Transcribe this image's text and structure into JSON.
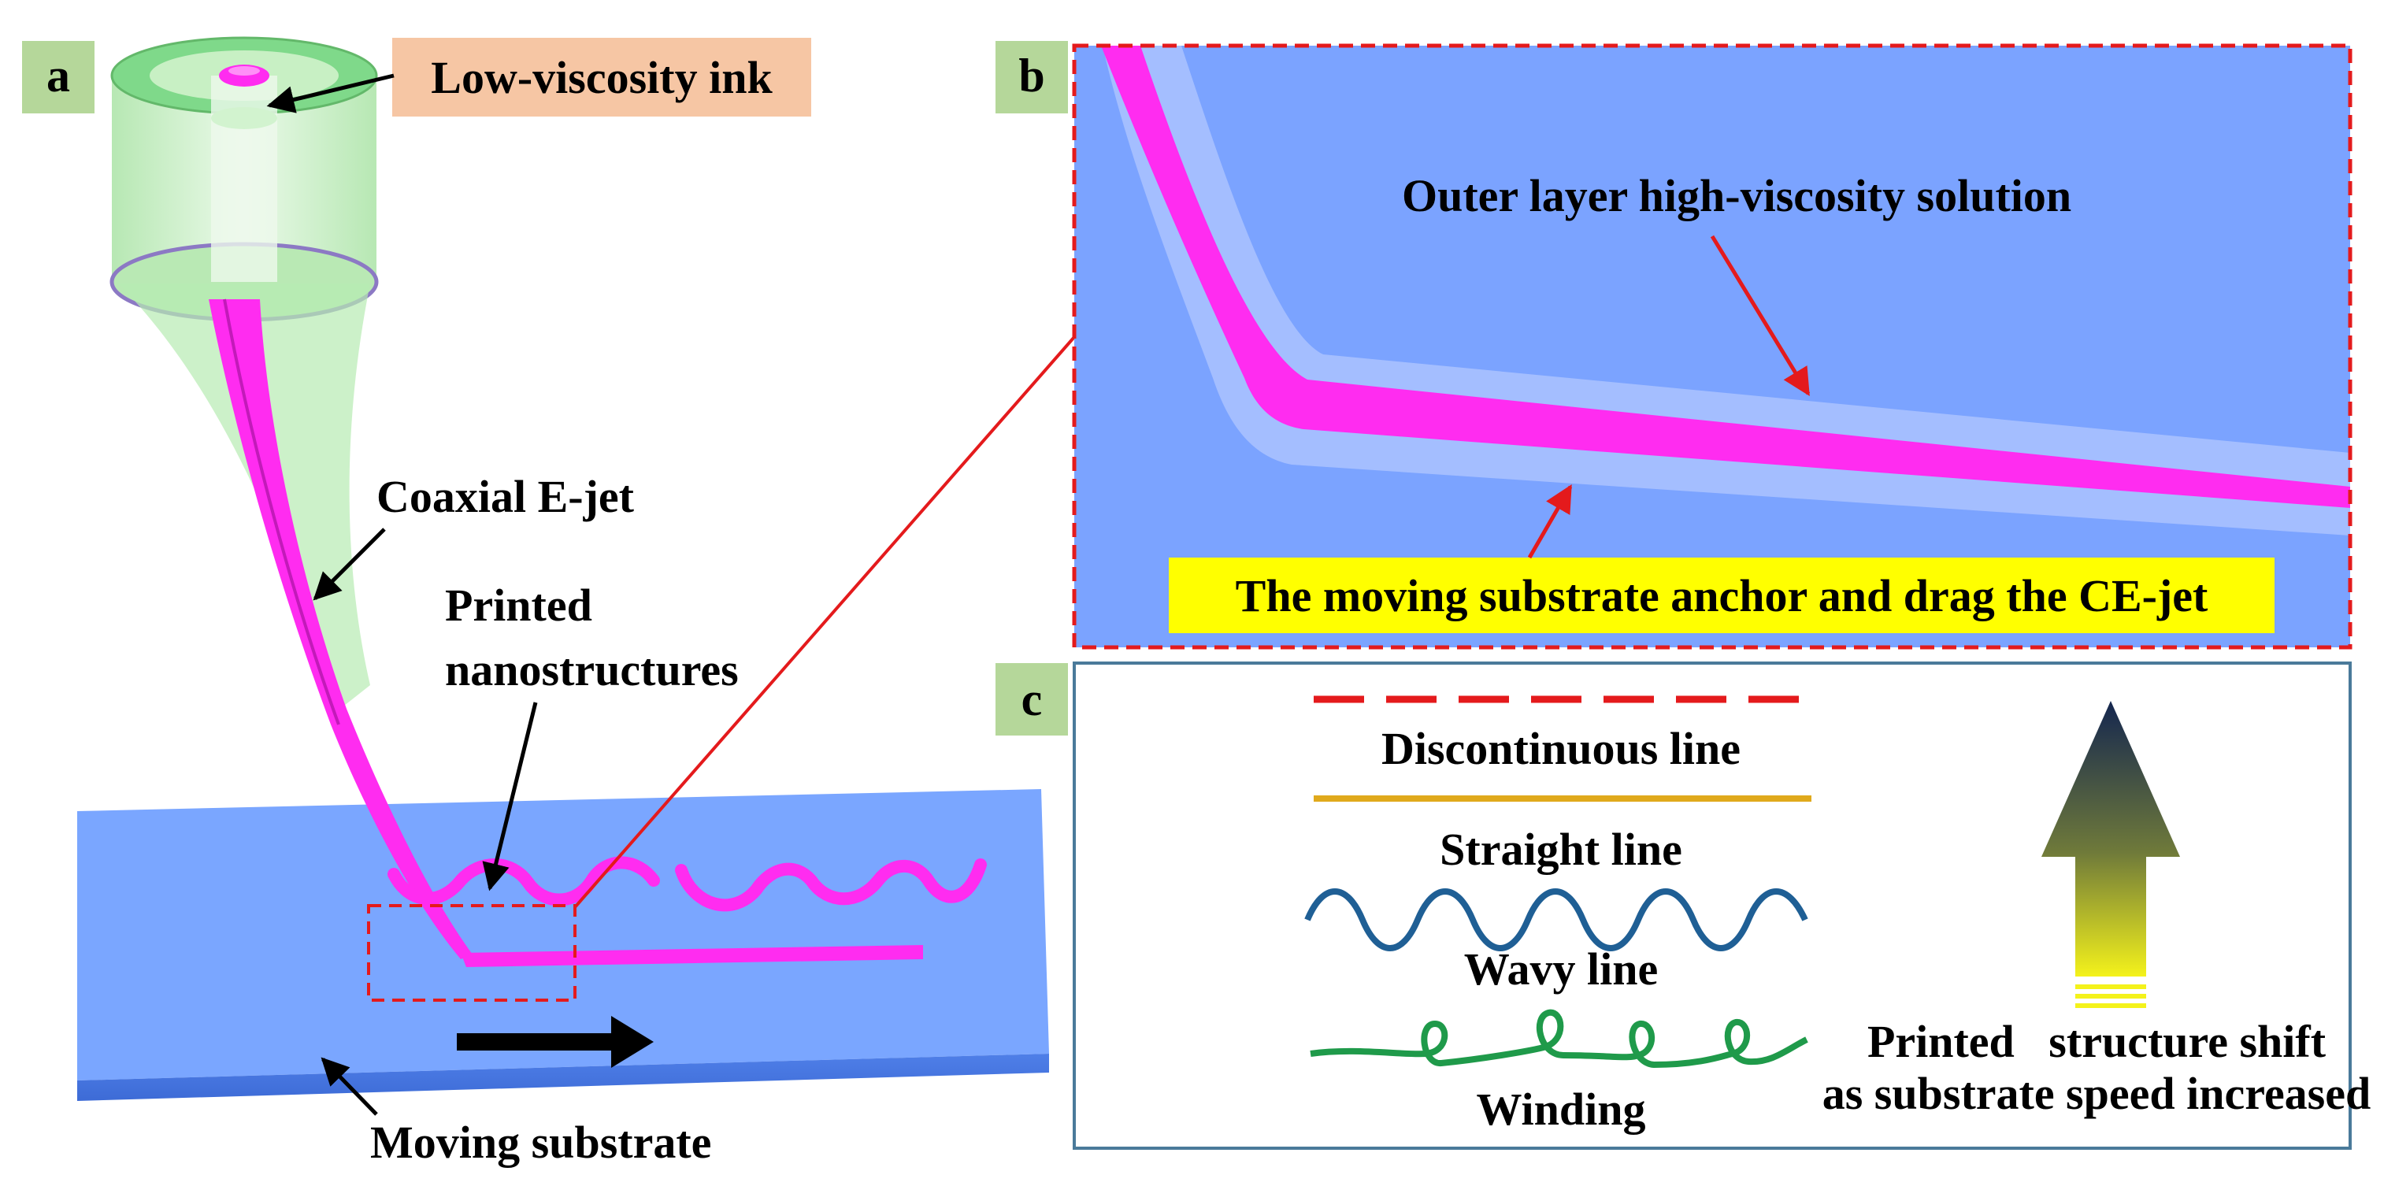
{
  "panels": {
    "a": {
      "tag": "a",
      "ink_label": "Low-viscosity ink",
      "jet_label": "Coaxial E-jet",
      "printed_label_line1": "Printed",
      "printed_label_line2": "nanostructures",
      "substrate_label": "Moving substrate"
    },
    "b": {
      "tag": "b",
      "outer_label": "Outer layer high-viscosity solution",
      "anchor_label": "The moving substrate anchor and drag the CE-jet"
    },
    "c": {
      "tag": "c",
      "items": [
        {
          "label": "Discontinuous line",
          "style": "dashed",
          "color": "#e41a1c"
        },
        {
          "label": "Straight line",
          "style": "straight",
          "color": "#e0a91c"
        },
        {
          "label": "Wavy line",
          "style": "wavy",
          "color": "#1f5f95"
        },
        {
          "label": "Winding",
          "style": "winding",
          "color": "#1f9a4a"
        }
      ],
      "shift_label_line1": "Printed   structure shift",
      "shift_label_line2": "as substrate speed increased"
    }
  },
  "colors": {
    "tag_bg": "#b5d79a",
    "ink_label_bg": "#f6c6a4",
    "anchor_label_bg": "#ffff00",
    "substrate": "#7aa6ff",
    "panel_b_bg": "#7ba3ff",
    "magenta": "#ff2cf0",
    "callout_red": "#e41a1c"
  }
}
